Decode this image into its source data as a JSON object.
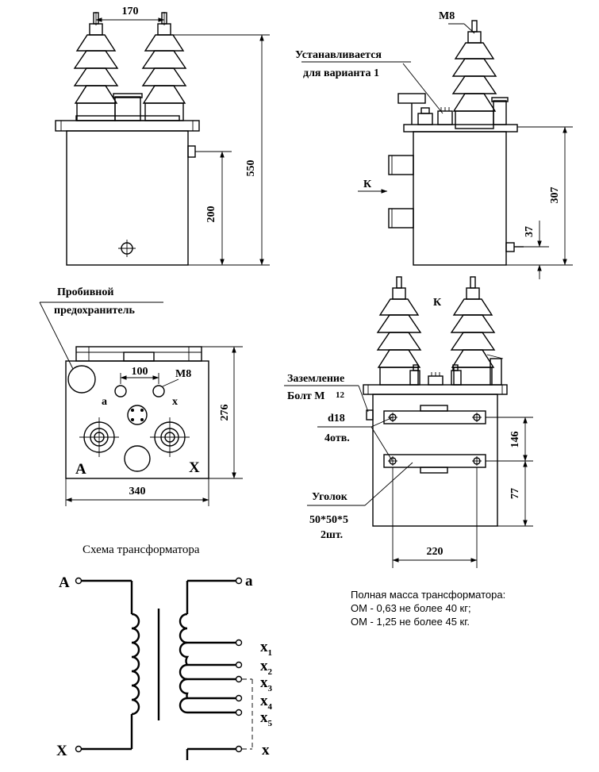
{
  "dims": {
    "top_width": "170",
    "total_height": "550",
    "side_bolt_height": "200",
    "thread": "M8",
    "right_height": "307",
    "right_bolt_height": "37",
    "plan_depth": "276",
    "plan_hole_spacing": "100",
    "plan_width": "340",
    "bracket_spacing": "146",
    "bracket_bottom": "77",
    "bracket_width": "220"
  },
  "labels": {
    "install_line1": "Устанавливается",
    "install_line2": "для варианта 1",
    "view_k": "К",
    "fuse_line1": "Пробивной",
    "fuse_line2": "предохранитель",
    "ground_line1": "Заземление",
    "ground_line2": "Болт М",
    "ground_thread": "12",
    "hole_dia": "d18",
    "hole_count": "4отв.",
    "angle_name": "Уголок",
    "angle_size": "50*50*5",
    "angle_qty": "2шт.",
    "plan_A": "A",
    "plan_X": "X",
    "plan_a": "a",
    "plan_x": "x"
  },
  "schema": {
    "title": "Схема трансформатора",
    "primary_start": "A",
    "primary_end": "X",
    "secondary_start": "a",
    "taps": [
      {
        "main": "x",
        "sub": "1"
      },
      {
        "main": "x",
        "sub": "2"
      },
      {
        "main": "x",
        "sub": "3"
      },
      {
        "main": "x",
        "sub": "4"
      },
      {
        "main": "x",
        "sub": "5"
      }
    ],
    "secondary_end": "x"
  },
  "mass_note": {
    "line1": "Полная масса трансформатора:",
    "line2": "ОМ - 0,63  не более 40 кг;",
    "line3": "ОМ - 1,25  не более 45 кг."
  }
}
